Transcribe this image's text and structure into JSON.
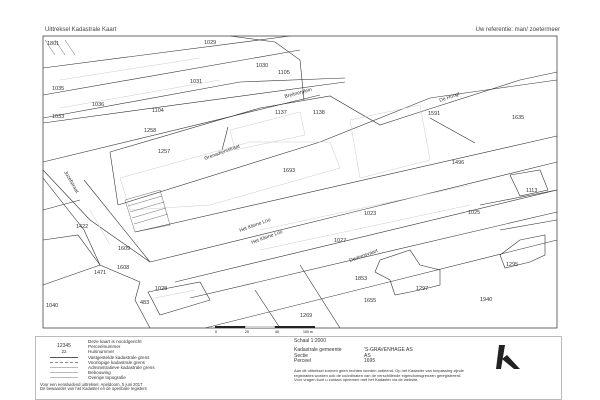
{
  "header": {
    "title": "Uittreksel Kadastrale Kaart",
    "reference": "Uw referentie: man/ zoetermeer"
  },
  "map": {
    "parcels": [
      "1029",
      "1035",
      "1031",
      "1036",
      "1033",
      "1104",
      "1258",
      "1257",
      "1030",
      "1105",
      "1137",
      "1138",
      "1591",
      "1635",
      "1693",
      "1496",
      "1113",
      "1023",
      "1025",
      "1027",
      "1295",
      "1297",
      "1853",
      "1655",
      "1940",
      "1269",
      "1422",
      "1609",
      "1608",
      "1471",
      "1028",
      "483",
      "1040",
      "1801"
    ],
    "streets": [
      "Grenadiersstraat",
      "Het Kleine Loo",
      "Het Kleine Loo",
      "De Hoogt",
      "Dedemsvaart",
      "Breitnerplein",
      "Jozefstraat"
    ]
  },
  "scalebar": {
    "ticks": [
      "0",
      "20",
      "40",
      "100 m"
    ]
  },
  "legend": {
    "number_sample": "12345",
    "house_sample": "22",
    "items": [
      "Deze kaart is noordgericht",
      "Perceelnummer",
      "Huisnummer",
      "Vastgestelde kadastrale grens",
      "Voorlopige kadastrale grens",
      "Administratieve kadastrale grens",
      "Bebouwing",
      "Overige topografie"
    ],
    "footer": [
      "Voor een eensluidend uittreksel, Apeldoorn, 5 juni 2017",
      "De bewaarder van het Kadaster en de openbare registers"
    ]
  },
  "info": {
    "scale": "Schaal 1:2000",
    "rows": [
      {
        "k": "Kadastrale gemeente",
        "v": "'S-GRAVENHAGE AS"
      },
      {
        "k": "Sectie",
        "v": "AS"
      },
      {
        "k": "Perceel",
        "v": "1695"
      }
    ],
    "disclaimer": "Aan dit uittreksel kunnen geen rechten worden ontleend. Op het Kadaster van toepassing zijnde registraties worden ook de coördinaten van de verschillende eigendomsgrenzen geregistreerd. Voor vragen kunt u contact opnemen met het Kadaster via de website."
  }
}
